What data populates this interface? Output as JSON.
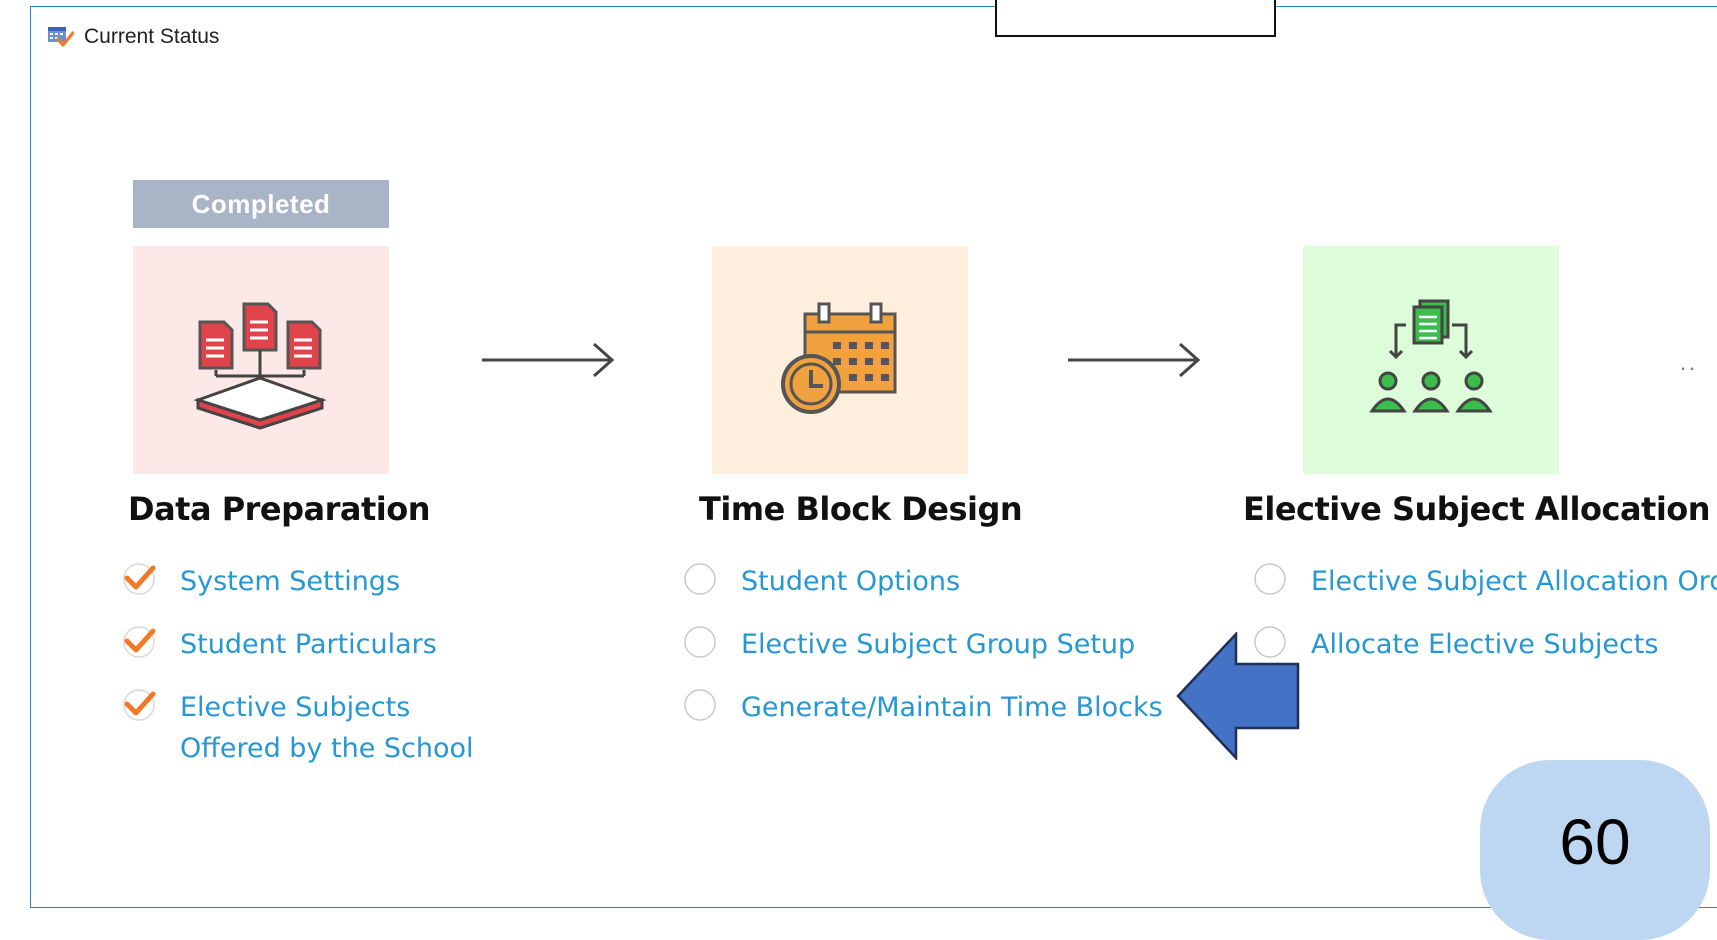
{
  "window": {
    "title": "Current Status",
    "icon": "calendar-check-icon",
    "border_color": "#1e88d8"
  },
  "status_badge": {
    "label": "Completed",
    "color": "#a9b4c7"
  },
  "steps": [
    {
      "title": "Data Preparation",
      "icon": "documents-upload-icon",
      "tile_color": "#fde8e8",
      "tasks": [
        {
          "label": "System Settings",
          "status": "done"
        },
        {
          "label": "Student Particulars",
          "status": "done"
        },
        {
          "label": "Elective Subjects Offered by the School",
          "status": "done"
        }
      ]
    },
    {
      "title": "Time Block Design",
      "icon": "calendar-clock-icon",
      "tile_color": "#feeedd",
      "tasks": [
        {
          "label": "Student Options",
          "status": "pending"
        },
        {
          "label": "Elective Subject Group Setup",
          "status": "pending"
        },
        {
          "label": "Generate/Maintain Time Blocks",
          "status": "pending"
        }
      ]
    },
    {
      "title": "Elective Subject Allocation",
      "icon": "group-allocation-icon",
      "tile_color": "#ddfcd9",
      "tasks": [
        {
          "label": "Elective Subject Allocation Ord",
          "status": "pending"
        },
        {
          "label": "Allocate Elective Subjects",
          "status": "pending"
        }
      ]
    }
  ],
  "more_indicator": "..",
  "annotation": {
    "icon": "pointer-arrow-icon",
    "color": "#4472c4"
  },
  "page_number": "60",
  "colors": {
    "link": "#2597d2",
    "check": "#f07a26",
    "pending_ring": "#c8c8c8"
  }
}
